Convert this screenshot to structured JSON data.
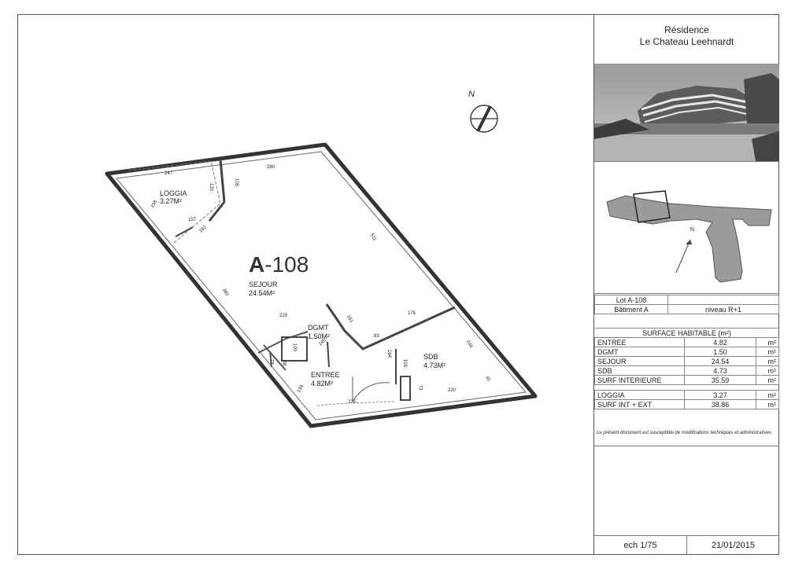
{
  "residence": {
    "line1": "Résidence",
    "line2": "Le Chateau Leehnardt"
  },
  "plan": {
    "lot_code_prefix": "A",
    "lot_code_rest": "-108",
    "north": "N",
    "rooms": [
      {
        "name": "LOGGIA",
        "area": "3.27M²"
      },
      {
        "name": "SEJOUR",
        "area": "24.54M²"
      },
      {
        "name": "DGMT",
        "area": "1.50M²"
      },
      {
        "name": "ENTREE",
        "area": "4.82M²"
      },
      {
        "name": "SDB",
        "area": "4.73M²"
      }
    ],
    "dimensions": [
      "247",
      "120",
      "105",
      "280",
      "238",
      "157",
      "182",
      "511",
      "380",
      "229",
      "161",
      "83",
      "175",
      "246",
      "100",
      "145",
      "73",
      "68",
      "164",
      "103",
      "73",
      "139",
      "225",
      "220",
      "45"
    ]
  },
  "keyplan": {
    "north": "N"
  },
  "lot_info": {
    "lot": "Lot A-108",
    "building": "Bâtiment A",
    "level": "niveau R+1"
  },
  "surface": {
    "header": "SURFACE HABITABLE (m²)",
    "rows": [
      {
        "label": "ENTREE",
        "value": "4.82",
        "unit": "m²"
      },
      {
        "label": "DGMT",
        "value": "1.50",
        "unit": "m²"
      },
      {
        "label": "SEJOUR",
        "value": "24.54",
        "unit": "m²"
      },
      {
        "label": "SDB",
        "value": "4.73",
        "unit": "m²"
      },
      {
        "label": "SURF INTERIEURE",
        "value": "35.59",
        "unit": "m²"
      }
    ],
    "extra_rows": [
      {
        "label": "LOGGIA",
        "value": "3.27",
        "unit": "m²"
      },
      {
        "label": "SURF INT + EXT",
        "value": "38.86",
        "unit": "m²"
      }
    ],
    "note": "Le présent document est susceptible de modifications techniques et administratives."
  },
  "footer": {
    "scale": "ech 1/75",
    "date": "21/01/2015"
  }
}
